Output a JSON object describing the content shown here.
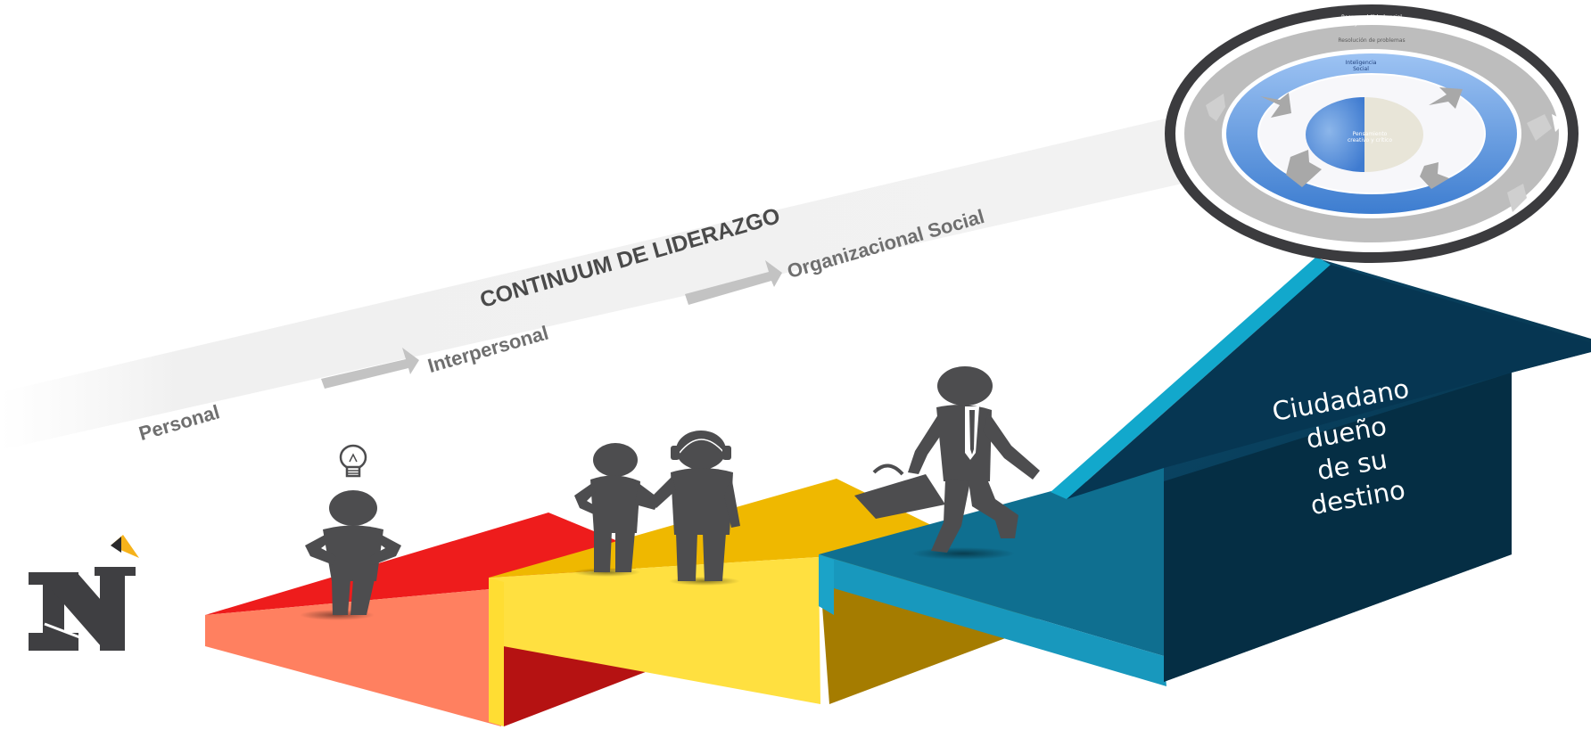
{
  "diagram": {
    "title": "CONTINUUM DE  LIDERAZGO",
    "stages": [
      {
        "label": "Personal"
      },
      {
        "label": "Interpersonal"
      },
      {
        "label": "Organizacional Social"
      }
    ],
    "destination": {
      "lines": [
        "Ciudadano",
        "dueño",
        "de su",
        "destino"
      ]
    },
    "rings": {
      "outer": [
        "Responsabilidad social",
        "y ciudadanía"
      ],
      "middle": "Resolución de problemas",
      "inner": [
        "Inteligencia",
        "Social"
      ],
      "core": [
        "Pensamiento",
        "creativo y crítico"
      ]
    },
    "colors": {
      "step_personal": "#ee1c1c",
      "step_interpersonal": "#efb800",
      "step_organizacional": "#006a8a",
      "arrow_dark": "#073a54",
      "arrow_accent": "#12a8cc",
      "figure": "#4d4d4f",
      "logo": "#3f3f42",
      "logo_accent": "#f6b21a"
    },
    "icons": [
      "lightbulb-icon",
      "headset-icon",
      "briefcase-icon",
      "n-logo"
    ]
  }
}
